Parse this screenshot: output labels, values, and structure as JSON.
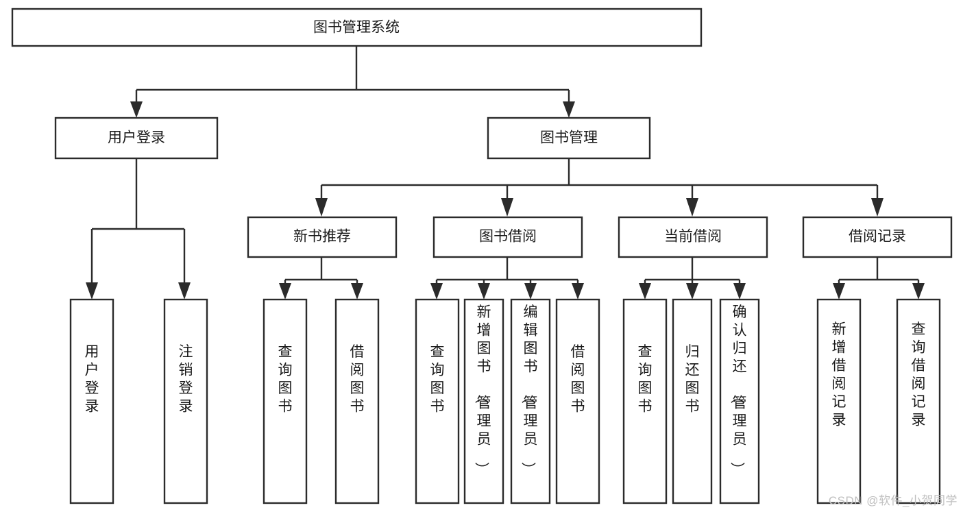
{
  "diagram": {
    "type": "tree-hierarchy",
    "title": "图书管理系统",
    "watermark": "CSDN @软件_小贺同学",
    "colors": {
      "box_stroke": "#2b2b2b",
      "box_fill": "#ffffff",
      "text": "#1a1a1a",
      "connector": "#2b2b2b",
      "watermark": "#bfbfbf",
      "background": "#ffffff"
    },
    "levels": [
      {
        "level": 1,
        "nodes": [
          {
            "id": "root",
            "label": "图书管理系统",
            "orientation": "horizontal"
          }
        ]
      },
      {
        "level": 2,
        "nodes": [
          {
            "id": "login",
            "label": "用户登录",
            "orientation": "horizontal",
            "parent": "root"
          },
          {
            "id": "bookmgmt",
            "label": "图书管理",
            "orientation": "horizontal",
            "parent": "root"
          }
        ]
      },
      {
        "level": 3,
        "nodes": [
          {
            "id": "newbook",
            "label": "新书推荐",
            "orientation": "horizontal",
            "parent": "bookmgmt"
          },
          {
            "id": "borrow",
            "label": "图书借阅",
            "orientation": "horizontal",
            "parent": "bookmgmt"
          },
          {
            "id": "current",
            "label": "当前借阅",
            "orientation": "horizontal",
            "parent": "bookmgmt"
          },
          {
            "id": "records",
            "label": "借阅记录",
            "orientation": "horizontal",
            "parent": "bookmgmt"
          }
        ]
      },
      {
        "level": 4,
        "nodes": [
          {
            "id": "leaf-1",
            "label": "用户登录",
            "orientation": "vertical",
            "parent": "login"
          },
          {
            "id": "leaf-2",
            "label": "注销登录",
            "orientation": "vertical",
            "parent": "login"
          },
          {
            "id": "leaf-3",
            "label": "查询图书",
            "orientation": "vertical",
            "parent": "newbook"
          },
          {
            "id": "leaf-4",
            "label": "借阅图书",
            "orientation": "vertical",
            "parent": "newbook"
          },
          {
            "id": "leaf-5",
            "label": "查询图书",
            "orientation": "vertical",
            "parent": "borrow"
          },
          {
            "id": "leaf-6",
            "label": "新增图书（管理员）",
            "orientation": "vertical",
            "parent": "borrow"
          },
          {
            "id": "leaf-7",
            "label": "编辑图书（管理员）",
            "orientation": "vertical",
            "parent": "borrow"
          },
          {
            "id": "leaf-8",
            "label": "借阅图书",
            "orientation": "vertical",
            "parent": "borrow"
          },
          {
            "id": "leaf-9",
            "label": "查询图书",
            "orientation": "vertical",
            "parent": "current"
          },
          {
            "id": "leaf-10",
            "label": "归还图书",
            "orientation": "vertical",
            "parent": "current"
          },
          {
            "id": "leaf-11",
            "label": "确认归还（管理员）",
            "orientation": "vertical",
            "parent": "current"
          },
          {
            "id": "leaf-12",
            "label": "新增借阅记录",
            "orientation": "vertical",
            "parent": "records"
          },
          {
            "id": "leaf-13",
            "label": "查询借阅记录",
            "orientation": "vertical",
            "parent": "records"
          }
        ]
      }
    ]
  }
}
